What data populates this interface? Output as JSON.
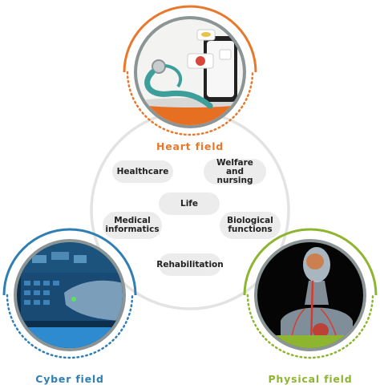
{
  "fields": {
    "heart": {
      "title": "Heart field",
      "accent": "#e8782b",
      "icon": "stethoscope-phone-image"
    },
    "cyber": {
      "title": "Cyber field",
      "accent": "#2f7fb5",
      "icon": "keyboard-hand-image"
    },
    "physical": {
      "title": "Physical field",
      "accent": "#8db52f",
      "icon": "anatomy-xray-image"
    }
  },
  "topics": {
    "healthcare": "Healthcare",
    "welfare": "Welfare and nursing",
    "life": "Life",
    "medical": "Medical informatics",
    "biological": "Biological functions",
    "rehabilitation": "Rehabilitation"
  },
  "colors": {
    "ring_gray": "#8c9596",
    "hub_gray": "#e3e3e3",
    "pill_bg": "#ececec"
  }
}
